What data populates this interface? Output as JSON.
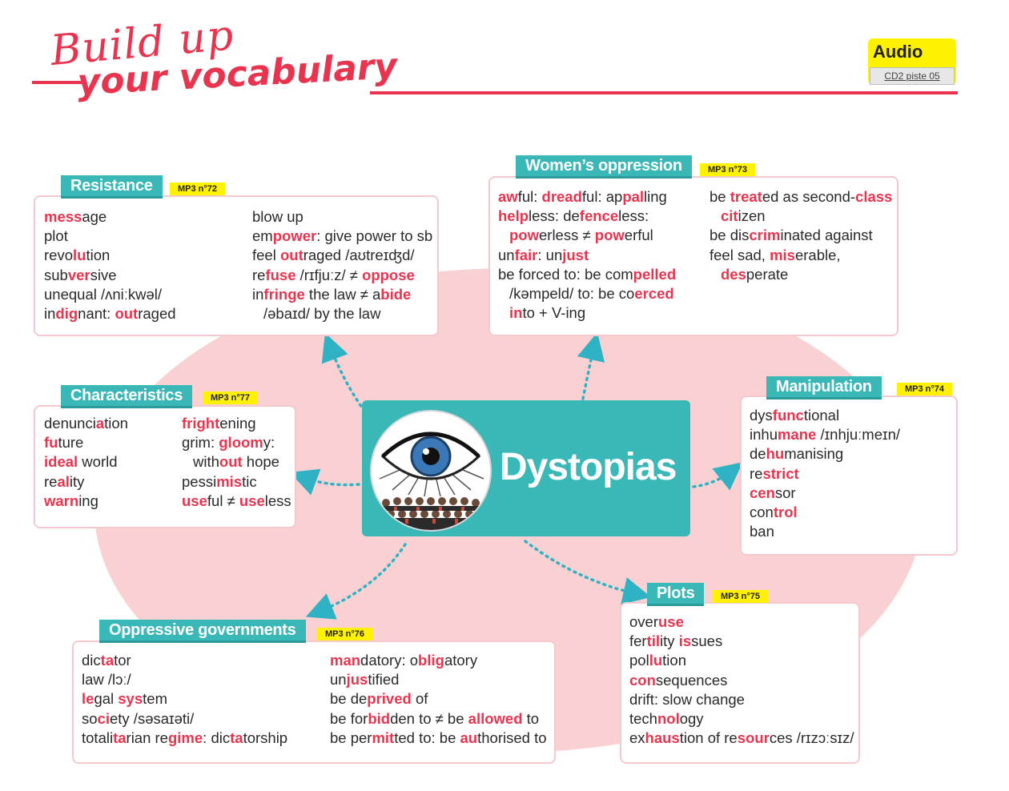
{
  "header": {
    "title_line1": "Build up",
    "title_line2": "your vocabulary",
    "audio_label": "Audio",
    "audio_track": "CD2 piste 05"
  },
  "colors": {
    "accent": "#e8344e",
    "teal": "#3ab8b8",
    "yellow": "#fff200",
    "pink_bg": "#f9d1d2"
  },
  "center": {
    "title": "Dystopias",
    "illustration": "eye-over-crowd-icon"
  },
  "boxes": {
    "resistance": {
      "tab": "Resistance",
      "mp3": "MP3 n°72",
      "col1": [
        [
          [
            "mess",
            "r"
          ],
          [
            "age",
            ""
          ]
        ],
        [
          [
            "plot",
            ""
          ]
        ],
        [
          [
            "revo",
            ""
          ],
          [
            "lu",
            "r"
          ],
          [
            "tion",
            ""
          ]
        ],
        [
          [
            "sub",
            ""
          ],
          [
            "ver",
            "r"
          ],
          [
            "sive",
            ""
          ]
        ],
        [
          [
            "unequal /ʌniːkwəl/",
            ""
          ]
        ],
        [
          [
            "in",
            ""
          ],
          [
            "dig",
            "r"
          ],
          [
            "nant: ",
            ""
          ],
          [
            "out",
            "r"
          ],
          [
            "raged",
            ""
          ]
        ]
      ],
      "col2": [
        [
          [
            "blow up",
            ""
          ]
        ],
        [
          [
            "em",
            ""
          ],
          [
            "power",
            "r"
          ],
          [
            ": give power to sb",
            ""
          ]
        ],
        [
          [
            "feel ",
            ""
          ],
          [
            "out",
            "r"
          ],
          [
            "raged /aʊtreɪʤd/",
            ""
          ]
        ],
        [
          [
            "re",
            ""
          ],
          [
            "fuse",
            "r"
          ],
          [
            " /rɪfjuːz/ ≠ ",
            ""
          ],
          [
            "oppose",
            "r"
          ]
        ],
        [
          [
            "in",
            ""
          ],
          [
            "fringe",
            "r"
          ],
          [
            " the law ≠ a",
            ""
          ],
          [
            "bide",
            "r"
          ]
        ],
        [
          [
            "/əbaɪd/ by the law",
            "",
            "ind"
          ]
        ]
      ]
    },
    "womens_oppression": {
      "tab": "Women’s oppression",
      "mp3": "MP3 n°73",
      "col1": [
        [
          [
            "aw",
            "r"
          ],
          [
            "ful: ",
            ""
          ],
          [
            "dread",
            "r"
          ],
          [
            "ful: ap",
            ""
          ],
          [
            "pal",
            "r"
          ],
          [
            "ling",
            ""
          ]
        ],
        [
          [
            "help",
            "r"
          ],
          [
            "less: de",
            ""
          ],
          [
            "fence",
            "r"
          ],
          [
            "less:",
            ""
          ]
        ],
        [
          [
            "pow",
            "r"
          ],
          [
            "erless ≠ ",
            ""
          ],
          [
            "pow",
            "r"
          ],
          [
            "erful",
            "",
            "ind"
          ]
        ],
        [
          [
            "un",
            ""
          ],
          [
            "fair",
            "r"
          ],
          [
            ": un",
            ""
          ],
          [
            "just",
            "r"
          ]
        ],
        [
          [
            "be forced to: be com",
            ""
          ],
          [
            "pelled",
            "r"
          ]
        ],
        [
          [
            "/kəmpeld/ to: be co",
            ""
          ],
          [
            "erced",
            "r"
          ],
          [
            "",
            "",
            "ind"
          ]
        ],
        [
          [
            "in",
            "r"
          ],
          [
            "to + V-ing",
            ""
          ],
          [
            "",
            "",
            "ind"
          ]
        ]
      ],
      "col2": [
        [
          [
            "be ",
            ""
          ],
          [
            "treat",
            "r"
          ],
          [
            "ed as second-",
            ""
          ],
          [
            "class",
            "r"
          ]
        ],
        [
          [
            "cit",
            "r"
          ],
          [
            "izen",
            "",
            "ind"
          ]
        ],
        [
          [
            "be dis",
            ""
          ],
          [
            "crim",
            "r"
          ],
          [
            "inated against",
            ""
          ]
        ],
        [
          [
            "feel sad, ",
            ""
          ],
          [
            "mis",
            "r"
          ],
          [
            "erable,",
            ""
          ]
        ],
        [
          [
            "des",
            "r"
          ],
          [
            "perate",
            "",
            "ind"
          ]
        ]
      ]
    },
    "characteristics": {
      "tab": "Characteristics",
      "mp3": "MP3 n°77",
      "col1": [
        [
          [
            "denunci",
            ""
          ],
          [
            "a",
            "r"
          ],
          [
            "tion",
            ""
          ]
        ],
        [
          [
            "fu",
            "r"
          ],
          [
            "ture",
            ""
          ]
        ],
        [
          [
            "i",
            "r"
          ],
          [
            "deal",
            "r"
          ],
          [
            " world",
            ""
          ]
        ],
        [
          [
            "re",
            ""
          ],
          [
            "al",
            "r"
          ],
          [
            "ity",
            ""
          ]
        ],
        [
          [
            "warn",
            "r"
          ],
          [
            "ing",
            ""
          ]
        ]
      ],
      "col2": [
        [
          [
            "fright",
            "r"
          ],
          [
            "ening",
            ""
          ]
        ],
        [
          [
            "grim: ",
            ""
          ],
          [
            "gloom",
            "r"
          ],
          [
            "y:",
            ""
          ]
        ],
        [
          [
            "with",
            ""
          ],
          [
            "out",
            "r"
          ],
          [
            " hope",
            "",
            "ind"
          ]
        ],
        [
          [
            "pessi",
            ""
          ],
          [
            "mis",
            "r"
          ],
          [
            "tic",
            ""
          ]
        ],
        [
          [
            "use",
            "r"
          ],
          [
            "ful ≠ ",
            ""
          ],
          [
            "use",
            "r"
          ],
          [
            "less",
            ""
          ]
        ]
      ]
    },
    "manipulation": {
      "tab": "Manipulation",
      "mp3": "MP3 n°74",
      "col1": [
        [
          [
            "dys",
            ""
          ],
          [
            "func",
            "r"
          ],
          [
            "tional",
            ""
          ]
        ],
        [
          [
            "inhu",
            ""
          ],
          [
            "mane",
            "r"
          ],
          [
            " /ɪnhjuːmeɪn/",
            ""
          ]
        ],
        [
          [
            "de",
            ""
          ],
          [
            "hu",
            "r"
          ],
          [
            "manising",
            ""
          ]
        ],
        [
          [
            "re",
            ""
          ],
          [
            "strict",
            "r"
          ]
        ],
        [
          [
            "cen",
            "r"
          ],
          [
            "sor",
            ""
          ]
        ],
        [
          [
            "con",
            ""
          ],
          [
            "trol",
            "r"
          ]
        ],
        [
          [
            "ban",
            ""
          ]
        ]
      ]
    },
    "oppressive_governments": {
      "tab": "Oppressive governments",
      "mp3": "MP3 n°76",
      "col1": [
        [
          [
            "dic",
            ""
          ],
          [
            "ta",
            "r"
          ],
          [
            "tor",
            ""
          ]
        ],
        [
          [
            "law /lɔː/",
            ""
          ]
        ],
        [
          [
            "le",
            "r"
          ],
          [
            "gal ",
            ""
          ],
          [
            "sys",
            "r"
          ],
          [
            "tem",
            ""
          ]
        ],
        [
          [
            "so",
            ""
          ],
          [
            "ci",
            "r"
          ],
          [
            "ety /səsaɪəti/",
            ""
          ]
        ],
        [
          [
            "totali",
            ""
          ],
          [
            "ta",
            "r"
          ],
          [
            "rian re",
            ""
          ],
          [
            "gime",
            "r"
          ],
          [
            ": dic",
            ""
          ],
          [
            "ta",
            "r"
          ],
          [
            "torship",
            ""
          ]
        ]
      ],
      "col2": [
        [
          [
            "man",
            "r"
          ],
          [
            "datory: o",
            ""
          ],
          [
            "blig",
            "r"
          ],
          [
            "atory",
            ""
          ]
        ],
        [
          [
            "un",
            ""
          ],
          [
            "jus",
            "r"
          ],
          [
            "tified",
            ""
          ]
        ],
        [
          [
            "be de",
            ""
          ],
          [
            "prived",
            "r"
          ],
          [
            " of",
            ""
          ]
        ],
        [
          [
            "be for",
            ""
          ],
          [
            "bid",
            "r"
          ],
          [
            "den to ≠ be ",
            ""
          ],
          [
            "allowed",
            "r"
          ],
          [
            " to",
            ""
          ]
        ],
        [
          [
            "be per",
            ""
          ],
          [
            "mit",
            "r"
          ],
          [
            "ted to: be ",
            ""
          ],
          [
            "au",
            "r"
          ],
          [
            "thorised to",
            ""
          ]
        ]
      ]
    },
    "plots": {
      "tab": "Plots",
      "mp3": "MP3 n°75",
      "col1": [
        [
          [
            "over",
            ""
          ],
          [
            "use",
            "r"
          ]
        ],
        [
          [
            "fer",
            ""
          ],
          [
            "til",
            "r"
          ],
          [
            "ity ",
            ""
          ],
          [
            "is",
            "r"
          ],
          [
            "sues",
            ""
          ]
        ],
        [
          [
            "pol",
            ""
          ],
          [
            "lu",
            "r"
          ],
          [
            "tion",
            ""
          ]
        ],
        [
          [
            "con",
            "r"
          ],
          [
            "sequences",
            ""
          ]
        ],
        [
          [
            "drift: slow change",
            ""
          ]
        ],
        [
          [
            "tech",
            ""
          ],
          [
            "nol",
            "r"
          ],
          [
            "ogy",
            ""
          ]
        ],
        [
          [
            "ex",
            ""
          ],
          [
            "haus",
            "r"
          ],
          [
            "tion of re",
            ""
          ],
          [
            "sour",
            "r"
          ],
          [
            "ces /rɪzɔːsɪz/",
            ""
          ]
        ]
      ]
    }
  }
}
